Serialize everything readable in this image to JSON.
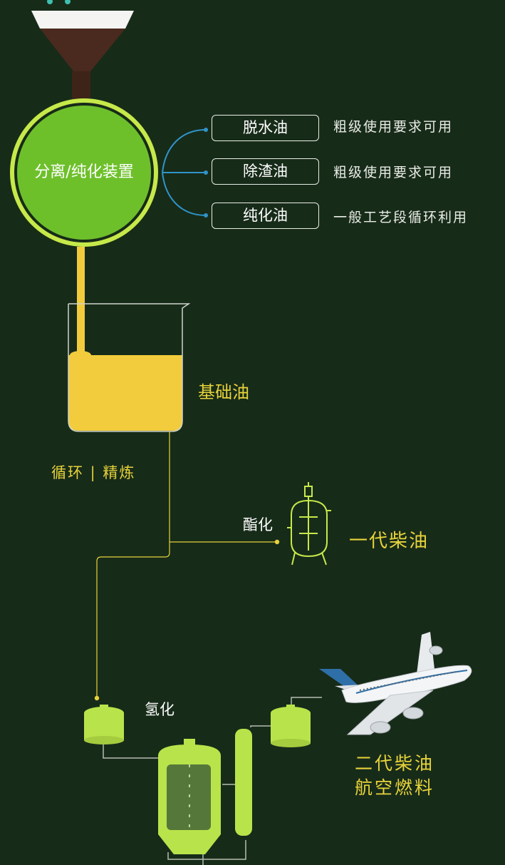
{
  "colors": {
    "background": "#172b19",
    "circle_fill": "#6ec02b",
    "circle_border": "#c6e94a",
    "yellow": "#f2cc3d",
    "line_yellow": "#e7d33a",
    "bracket_blue": "#2f94c9",
    "equipment_green": "#b9e34a"
  },
  "separator": {
    "label": "分离/纯化装置"
  },
  "outputs": [
    {
      "name": "脱水油",
      "note": "粗级使用要求可用"
    },
    {
      "name": "除渣油",
      "note": "粗级使用要求可用"
    },
    {
      "name": "纯化油",
      "note": "一般工艺段循环利用"
    }
  ],
  "beaker": {
    "label": "基础油"
  },
  "process": {
    "loop_label": "循环 | 精炼",
    "esterification_label": "酯化",
    "esterification_product": "一代柴油",
    "hydrogenation_label": "氢化",
    "hydrogenation_product_line1": "二代柴油",
    "hydrogenation_product_line2": "航空燃料"
  },
  "icons": {
    "funnel": "funnel-icon",
    "beaker": "beaker-icon",
    "reactor": "reactor-tank-icon",
    "airplane": "airplane-icon"
  }
}
